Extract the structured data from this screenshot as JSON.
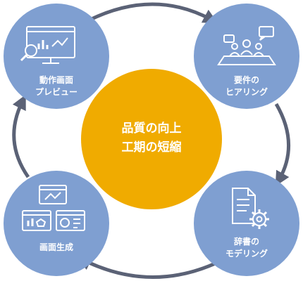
{
  "center": {
    "line1": "品質の向上",
    "line2": "工期の短縮"
  },
  "nodes": {
    "preview": {
      "line1": "動作画面",
      "line2": "プレビュー",
      "icon": "monitor-search-icon"
    },
    "hearing": {
      "line1": "要件の",
      "line2": "ヒアリング",
      "icon": "meeting-icon"
    },
    "modeling": {
      "line1": "辞書の",
      "line2": "モデリング",
      "icon": "document-gear-icon"
    },
    "generate": {
      "line1": "画面生成",
      "icon": "screens-icon"
    }
  },
  "colors": {
    "node": "#7f9fd1",
    "center": "#f0ab00",
    "arrow": "#5b6276",
    "icon": "#ffffff"
  }
}
